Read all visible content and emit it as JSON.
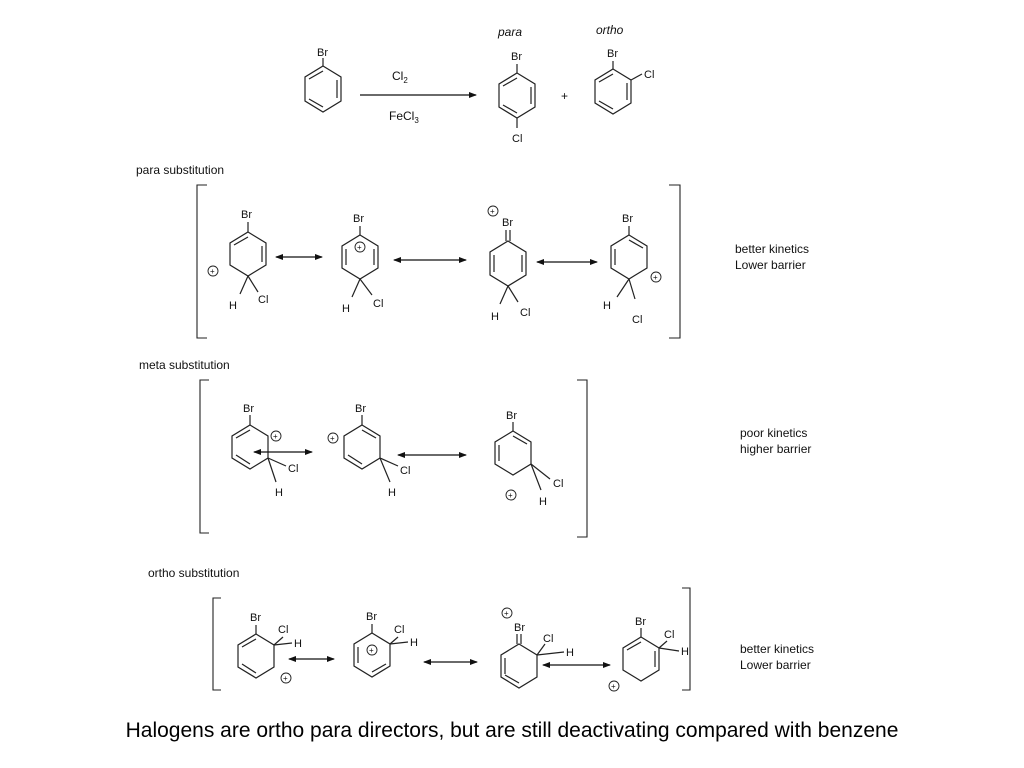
{
  "reaction": {
    "reagent_top": "Cl",
    "reagent_top_sub": "2",
    "reagent_bottom": "FeCl",
    "reagent_bottom_sub": "3",
    "label_para": "para",
    "label_ortho": "ortho",
    "plus": "+"
  },
  "atoms": {
    "Br": "Br",
    "Cl": "Cl",
    "H": "H",
    "plus": "+"
  },
  "sections": {
    "para": {
      "title": "para substitution",
      "note_1": "better kinetics",
      "note_2": "Lower barrier"
    },
    "meta": {
      "title": "meta substitution",
      "note_1": "poor kinetics",
      "note_2": "higher barrier"
    },
    "ortho": {
      "title": "ortho substitution",
      "note_1": "better kinetics",
      "note_2": "Lower barrier"
    }
  },
  "caption": "Halogens are ortho para directors, but are still deactivating compared with benzene"
}
